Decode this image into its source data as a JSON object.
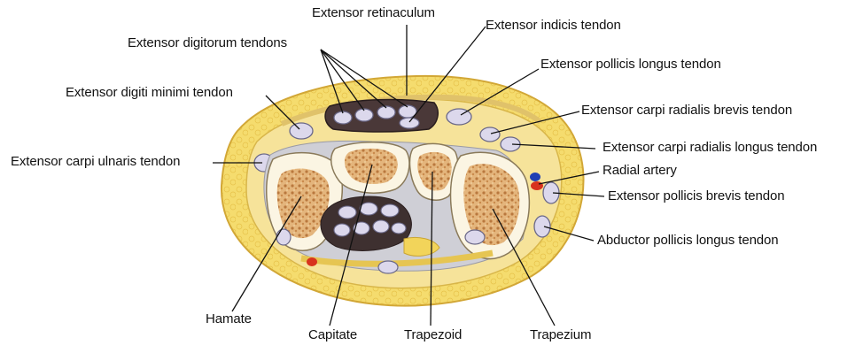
{
  "diagram": {
    "labels": {
      "extensor_retinaculum": "Extensor retinaculum",
      "extensor_indicis_tendon": "Extensor indicis tendon",
      "extensor_digitorum_tendons": "Extensor digitorum tendons",
      "extensor_pollicis_longus_tendon": "Extensor pollicis longus tendon",
      "extensor_digiti_minimi_tendon": "Extensor digiti minimi tendon",
      "extensor_carpi_radialis_brevis_tendon": "Extensor carpi radialis brevis tendon",
      "extensor_carpi_radialis_longus_tendon": "Extensor carpi radialis longus tendon",
      "extensor_carpi_ulnaris_tendon": "Extensor carpi ulnaris tendon",
      "radial_artery": "Radial artery",
      "extensor_pollicis_brevis_tendon": "Extensor pollicis brevis tendon",
      "abductor_pollicis_longus_tendon": "Abductor pollicis longus tendon",
      "hamate": "Hamate",
      "capitate": "Capitate",
      "trapezoid": "Trapezoid",
      "trapezium": "Trapezium"
    },
    "colors": {
      "fat": "#f4d96a",
      "fat_dark": "#e3b93a",
      "skin": "#f7e9b0",
      "bone_cortex": "#fbf5e3",
      "bone_marrow": "#d9a66a",
      "tendon": "#d9d6ea",
      "tendon_outline": "#6a6888",
      "sheath_dark": "#4a3a3a",
      "gray_tissue": "#c9c9cf",
      "artery": "#d8321e",
      "vein": "#1f3fb4",
      "leader": "#111111"
    }
  }
}
